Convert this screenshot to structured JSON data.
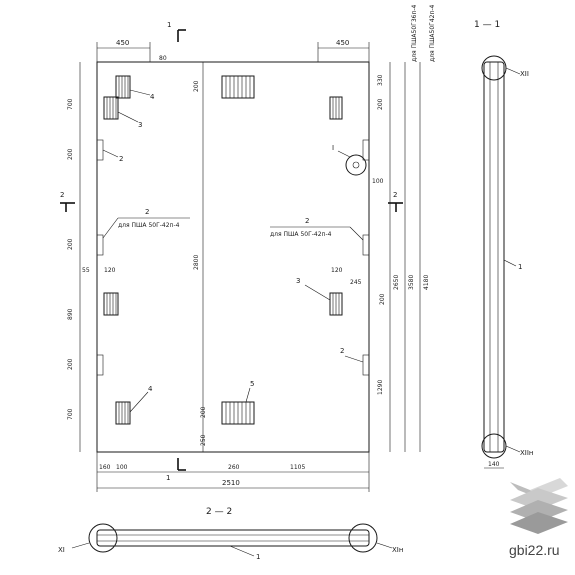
{
  "plan": {
    "dims_top": [
      "450",
      "450",
      "80"
    ],
    "dims_bottom": [
      "160",
      "100",
      "260",
      "1105",
      "2510"
    ],
    "dims_left": [
      "700",
      "200",
      "200",
      "55",
      "890",
      "200",
      "700"
    ],
    "dims_mid": [
      "200",
      "2800",
      "330",
      "200",
      "100",
      "120",
      "120",
      "245",
      "200",
      "200",
      "250"
    ],
    "dims_right": [
      "2650",
      "3580",
      "4180",
      "1290"
    ],
    "callouts": [
      "4",
      "3",
      "2",
      "2",
      "3",
      "2",
      "4",
      "5",
      "2",
      "I"
    ],
    "notes": [
      "для ПША 50Г-42п-4",
      "для ПША 50Г-42п-4",
      "для ПША50Г36п-4",
      "для ПША50Г42п-4"
    ],
    "section_marks": [
      "1",
      "1",
      "2",
      "2"
    ]
  },
  "section_1_1": {
    "title": "1 — 1",
    "callouts": [
      "XII",
      "1",
      "XIIн"
    ],
    "dim": "140"
  },
  "section_2_2": {
    "title": "2 — 2",
    "callouts": [
      "XI",
      "1",
      "XIн"
    ]
  },
  "watermark": {
    "text": "gbi22.ru"
  }
}
